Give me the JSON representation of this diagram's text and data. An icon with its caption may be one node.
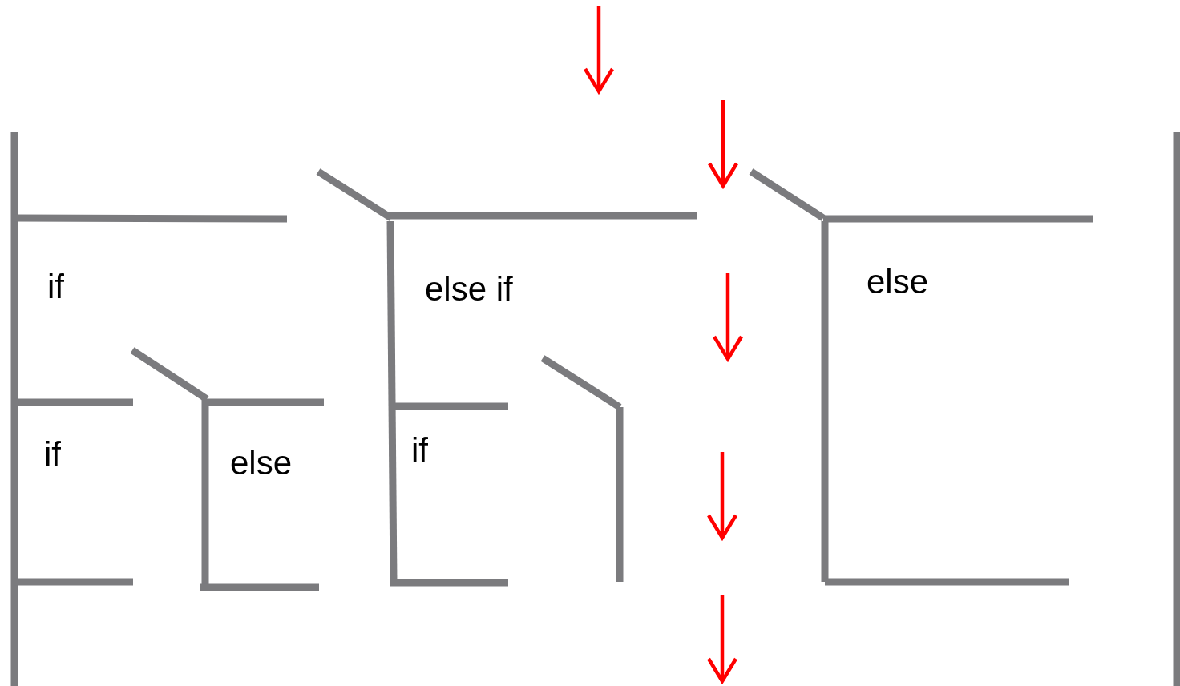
{
  "diagram": {
    "labels": [
      "if",
      "else if",
      "else",
      "if",
      "else",
      "if"
    ]
  }
}
